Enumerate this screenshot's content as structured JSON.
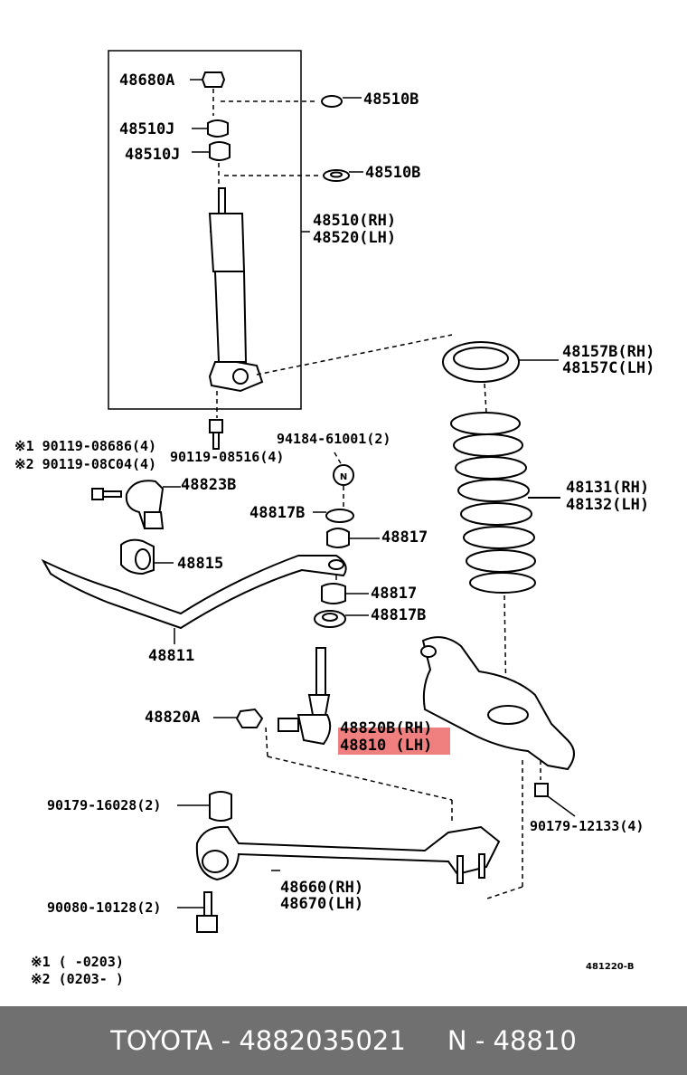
{
  "highlight_color": "#f08080",
  "labels": {
    "l48680A": "48680A",
    "l48510B_1": "48510B",
    "l48510J_1": "48510J",
    "l48510J_2": "48510J",
    "l48510B_2": "48510B",
    "l48510RH": "48510(RH)",
    "l48520LH": "48520(LH)",
    "l48157B": "48157B(RH)",
    "l48157C": "48157C(LH)",
    "note1_part": "※1 90119-08686(4)",
    "note2_part": "※2 90119-08C04(4)",
    "l90119_08516": "90119-08516(4)",
    "l94184": "94184-61001(2)",
    "l48823B": "48823B",
    "l48131": "48131(RH)",
    "l48132": "48132(LH)",
    "l48817B_1": "48817B",
    "l48817_1": "48817",
    "l48815": "48815",
    "l48817_2": "48817",
    "l48817B_2": "48817B",
    "l48811": "48811",
    "l48820A": "48820A",
    "l48820B": "48820B(RH)",
    "l48810": "48810  (LH)",
    "l90179_16028": "90179-16028(2)",
    "l90179_12133": "90179-12133(4)",
    "l48660": "48660(RH)",
    "l48670": "48670(LH)",
    "l90080": "90080-10128(2)",
    "note1": "※1 (      -0203)",
    "note2": "※2 (0203-       )",
    "diagram_code": "481220-B"
  },
  "footer": {
    "text": "TOYOTA - 4882035021     N - 48810"
  }
}
